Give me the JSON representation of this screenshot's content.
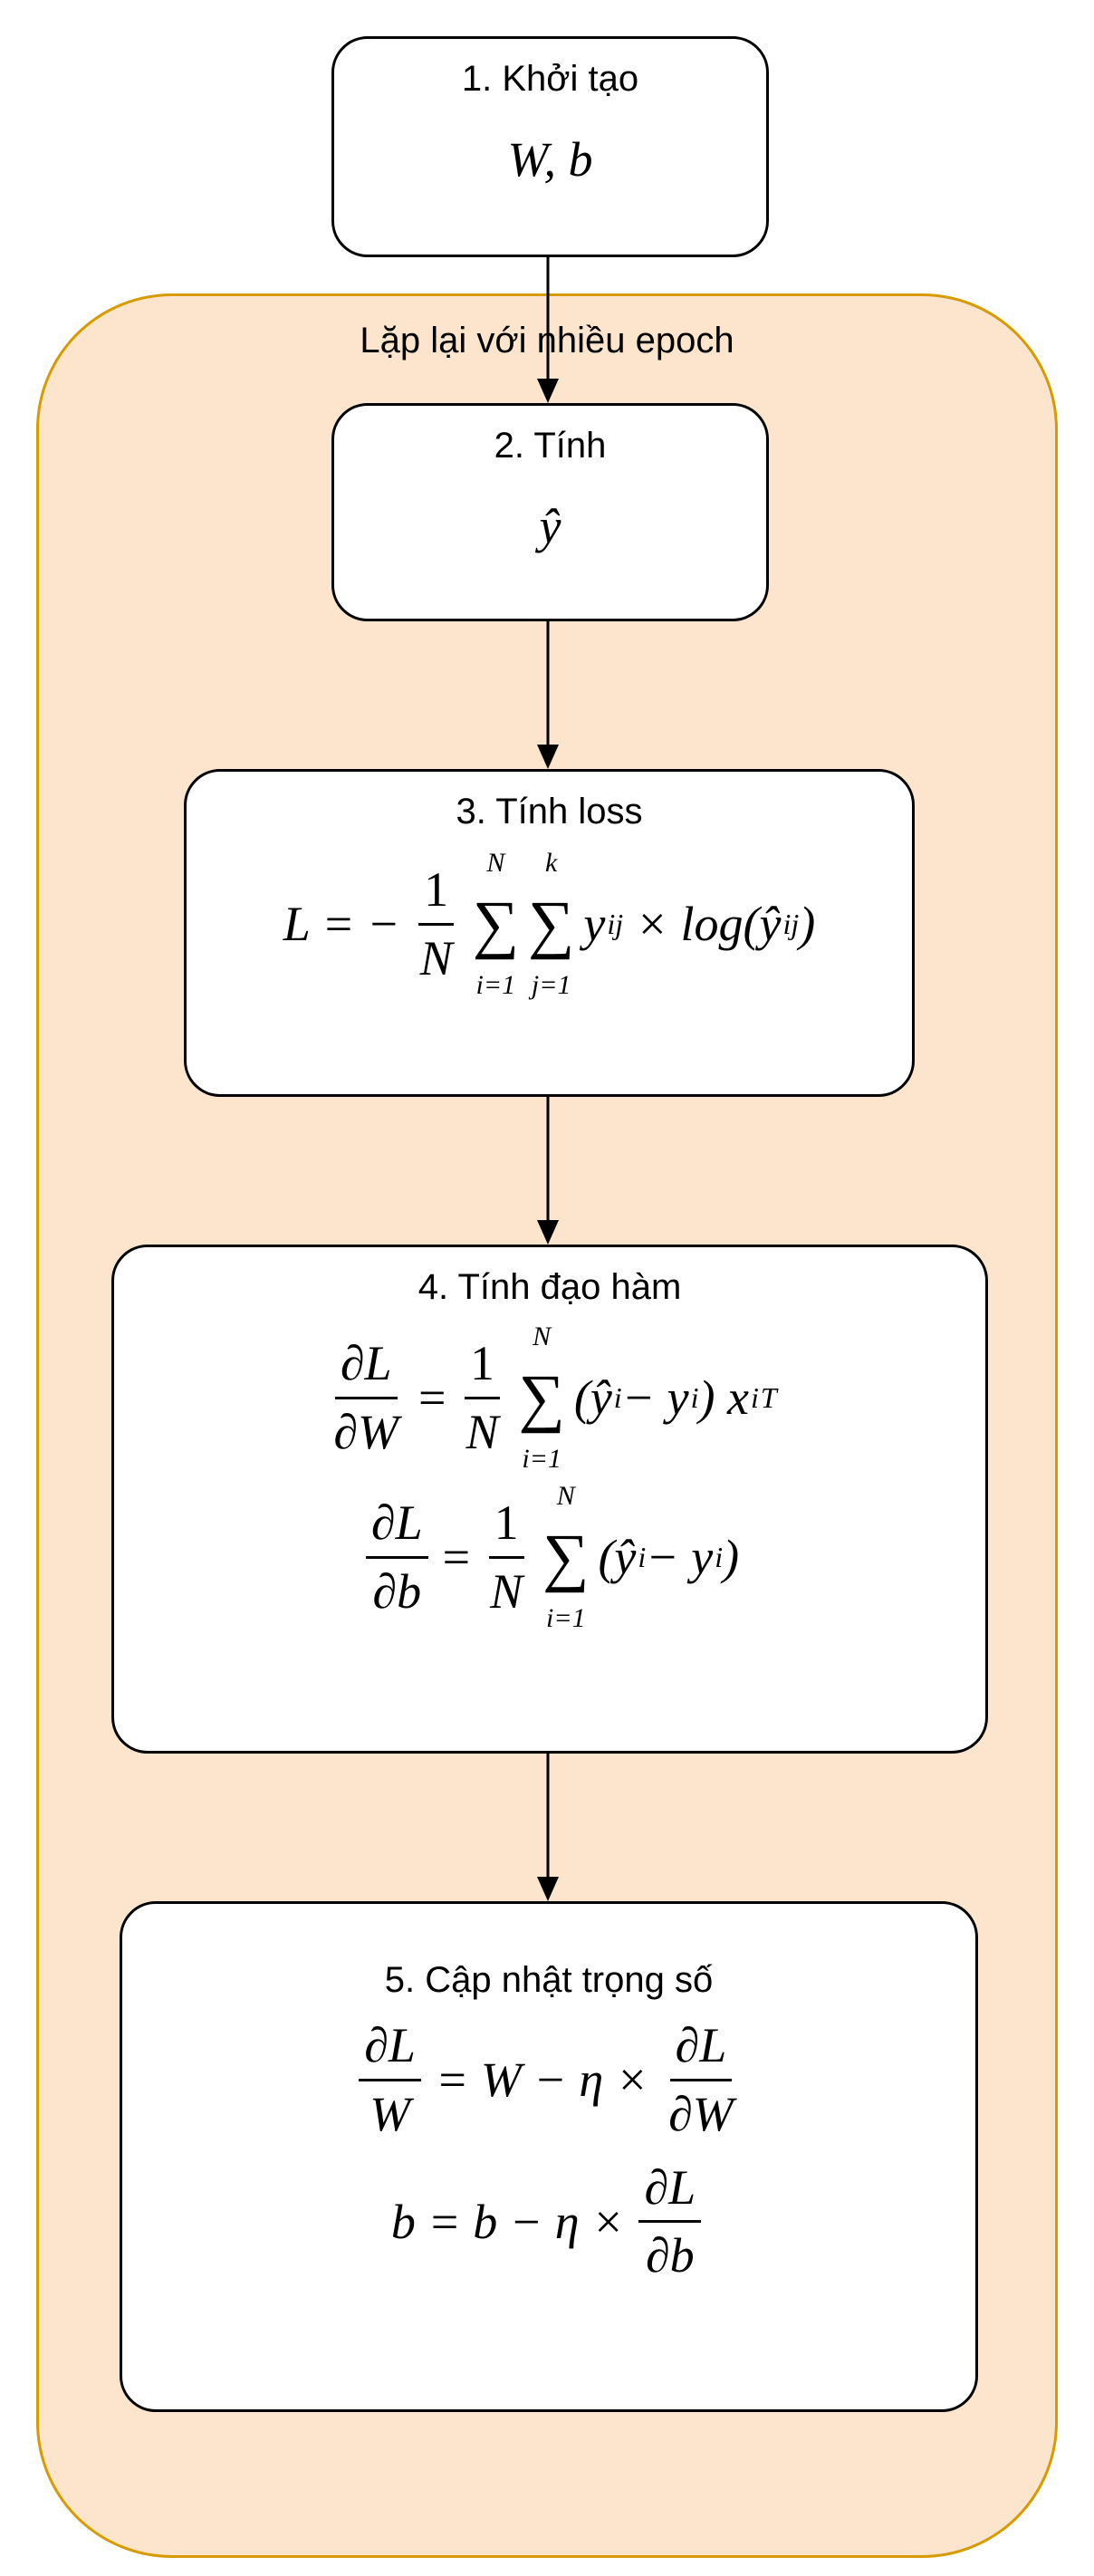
{
  "loop": {
    "label": "Lặp lại  với nhiều epoch"
  },
  "step1": {
    "title": "1. Khởi tạo",
    "formula": "W, b"
  },
  "step2": {
    "title": "2. Tính",
    "formula": "ŷ"
  },
  "step3": {
    "title": "3. Tính loss",
    "lhs": "L = −",
    "num": "1",
    "den": "N",
    "sum1_top": "N",
    "sum1_bot": "i=1",
    "sum2_top": "k",
    "sum2_bot": "j=1",
    "sigma": "∑",
    "term": "y",
    "term_sub": "ij",
    "times": "× log(ŷ",
    "tail_sub": "ij",
    "close": ")"
  },
  "step4": {
    "title": "4. Tính đạo hàm",
    "eq1": {
      "num": "∂L",
      "den": "∂W",
      "eq": "=",
      "one": "1",
      "N": "N",
      "top": "N",
      "bot": "i=1",
      "body": "(ŷ",
      "s1": "i",
      "minus": " − y",
      "s2": "i",
      "close": ") x",
      "sub": "i",
      "sup": "T"
    },
    "eq2": {
      "num": "∂L",
      "den": "∂b",
      "eq": "=",
      "one": "1",
      "N": "N",
      "top": "N",
      "bot": "i=1",
      "body": "(ŷ",
      "s1": "i",
      "minus": " − y",
      "s2": "i",
      "close": ")"
    }
  },
  "step5": {
    "title": "5. Cập nhật trọng số",
    "eq1": {
      "num": "∂L",
      "den": "W",
      "rhs": "= W − η ×",
      "num2": "∂L",
      "den2": "∂W"
    },
    "eq2": {
      "lhs": "b = b − η ×",
      "num": "∂L",
      "den": "∂b"
    }
  },
  "colors": {
    "loop_fill": "#fde5cd",
    "loop_border": "#d79b00"
  }
}
